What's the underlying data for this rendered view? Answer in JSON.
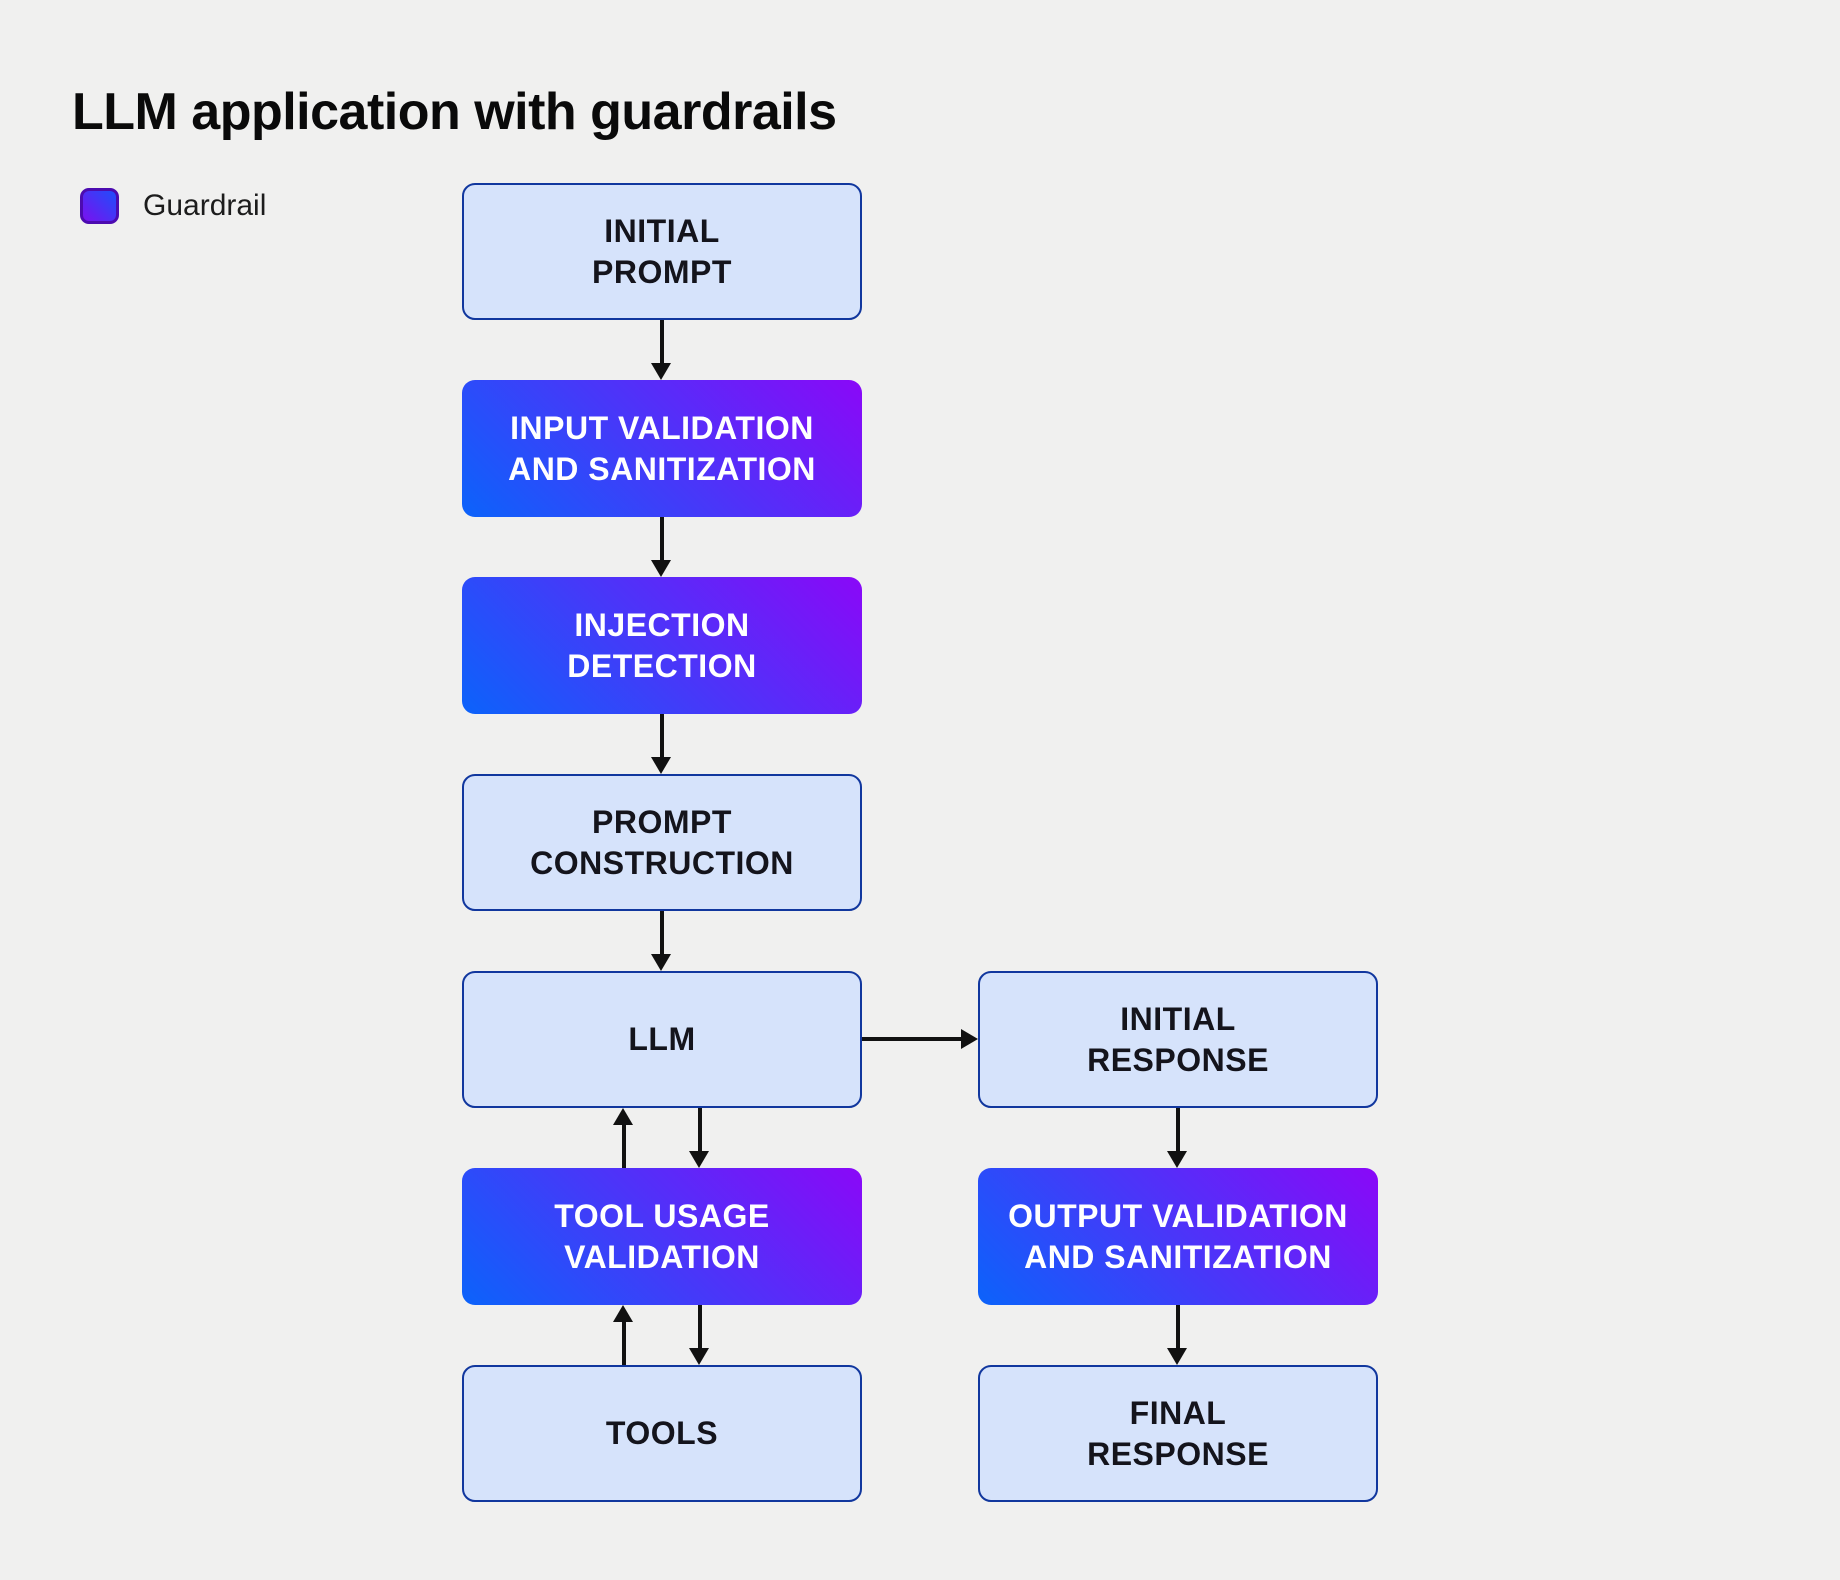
{
  "title": "LLM application with guardrails",
  "legend": {
    "label": "Guardrail"
  },
  "colors": {
    "background": "#f0f0ef",
    "node_fill": "#d6e3fb",
    "node_border": "#11379e",
    "guardrail_gradient_start": "#0b63fa",
    "guardrail_gradient_end": "#8a08f8",
    "legend_swatch_border": "#4c0bb0",
    "arrow": "#111111",
    "title_color": "#0a0a0a"
  },
  "nodes": {
    "initial_prompt": {
      "label": "INITIAL\nPROMPT",
      "kind": "default"
    },
    "input_validation": {
      "label": "INPUT VALIDATION\nAND SANITIZATION",
      "kind": "guardrail"
    },
    "injection_detection": {
      "label": "INJECTION\nDETECTION",
      "kind": "guardrail"
    },
    "prompt_construction": {
      "label": "PROMPT\nCONSTRUCTION",
      "kind": "default"
    },
    "llm": {
      "label": "LLM",
      "kind": "default"
    },
    "tool_usage_validation": {
      "label": "TOOL USAGE\nVALIDATION",
      "kind": "guardrail"
    },
    "tools": {
      "label": "TOOLS",
      "kind": "default"
    },
    "initial_response": {
      "label": "INITIAL\nRESPONSE",
      "kind": "default"
    },
    "output_validation": {
      "label": "OUTPUT VALIDATION\nAND SANITIZATION",
      "kind": "guardrail"
    },
    "final_response": {
      "label": "FINAL\nRESPONSE",
      "kind": "default"
    }
  },
  "edges": [
    {
      "from": "initial_prompt",
      "to": "input_validation"
    },
    {
      "from": "input_validation",
      "to": "injection_detection"
    },
    {
      "from": "injection_detection",
      "to": "prompt_construction"
    },
    {
      "from": "prompt_construction",
      "to": "llm"
    },
    {
      "from": "llm",
      "to": "initial_response"
    },
    {
      "from": "llm",
      "to": "tool_usage_validation"
    },
    {
      "from": "tool_usage_validation",
      "to": "llm"
    },
    {
      "from": "tool_usage_validation",
      "to": "tools"
    },
    {
      "from": "tools",
      "to": "tool_usage_validation"
    },
    {
      "from": "initial_response",
      "to": "output_validation"
    },
    {
      "from": "output_validation",
      "to": "final_response"
    }
  ]
}
